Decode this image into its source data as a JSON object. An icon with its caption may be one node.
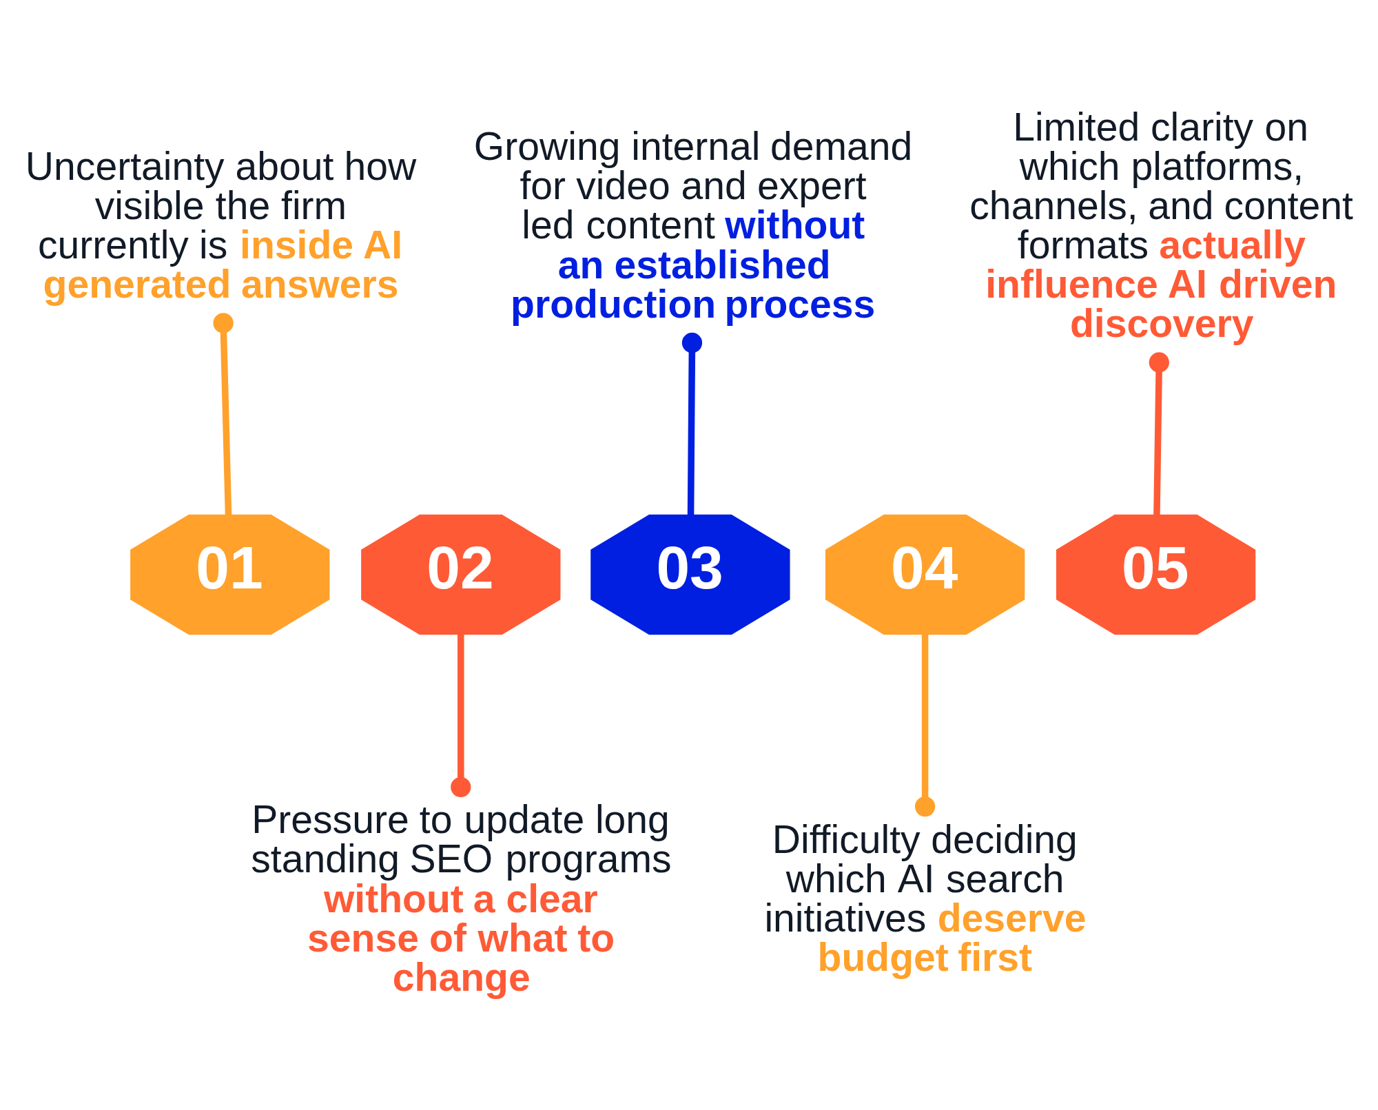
{
  "diagram": {
    "nodes": [
      {
        "text": [
          "01"
        ]
      },
      {
        "text": [
          "Uncertainty about how visible the firm currently is **inside AI generated answers**"
        ]
      },
      {
        "text": [
          "02"
        ]
      },
      {
        "text": [
          "Pressure to update long standing SEO programs **without a clear sense of what to change**"
        ]
      },
      {
        "text": [
          "03"
        ]
      },
      {
        "text": [
          "Growing internal demand for video and expert led content **without an established production process**"
        ]
      },
      {
        "text": [
          "04"
        ]
      },
      {
        "text": [
          "Difficulty deciding which AI search initiatives **deserve budget first**"
        ]
      },
      {
        "text": [
          "05"
        ]
      },
      {
        "text": [
          "Limited clarity on which platforms, channels, and content formats **actually influence AI driven discovery**"
        ]
      }
    ],
    "edges": [
      {
        "from": 0,
        "to": 1,
        "arrow": "other",
        "color": "#ffa12b"
      },
      {
        "from": 2,
        "to": 3,
        "arrow": "other",
        "color": "#ff5a36"
      },
      {
        "from": 4,
        "to": 5,
        "arrow": "other",
        "color": "#001fe0"
      },
      {
        "from": 6,
        "to": 7,
        "arrow": "other",
        "color": "#ffa12b"
      },
      {
        "from": 8,
        "to": 9,
        "arrow": "other",
        "color": "#ff5a36"
      }
    ]
  }
}
